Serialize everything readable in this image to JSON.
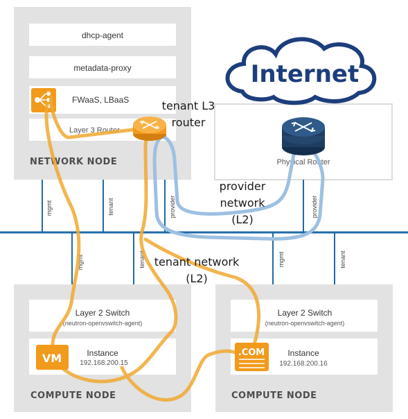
{
  "colors": {
    "node_bg": "#e2e2e2",
    "bar_bg": "#ffffff",
    "network_line": "#1e6aa8",
    "tenant_path": "#f0a830",
    "provider_path": "#9dc0e2",
    "router_orange": "#f29a1c",
    "router_blue": "#25476e",
    "internet_blue": "#1d3e7c"
  },
  "network_node": {
    "title": "NETWORK NODE",
    "items": [
      "dhcp-agent",
      "metadata-proxy",
      "FWaaS, LBaaS",
      "Layer 3 Router"
    ],
    "icon": "firewall-loadbalancer-icon"
  },
  "external": {
    "internet_label": "Internet",
    "physical_router_label": "Physical Router",
    "icon": "router-icon"
  },
  "annotations": {
    "tenant_l3_router": [
      "tenant L3",
      "router"
    ],
    "provider_network": [
      "provider",
      "network",
      "(L2)"
    ],
    "tenant_network": [
      "tenant network",
      "(L2)"
    ]
  },
  "top_links": [
    "mgmt",
    "tenant",
    "provider",
    "provider"
  ],
  "bottom_links": [
    "mgmt",
    "tenant",
    "mgmt",
    "tenant"
  ],
  "compute_nodes": [
    {
      "title": "COMPUTE NODE",
      "switch_label": "Layer 2 Switch",
      "switch_sub": "(neutron-openvswitch-agent)",
      "instance_label": "Instance",
      "instance_ip": "192.168.200.15",
      "badge": "VM"
    },
    {
      "title": "COMPUTE NODE",
      "switch_label": "Layer 2 Switch",
      "switch_sub": "(neutron-openvswitch-agent)",
      "instance_label": "Instance",
      "instance_ip": "192.168.200.16",
      "badge": ".COM"
    }
  ]
}
